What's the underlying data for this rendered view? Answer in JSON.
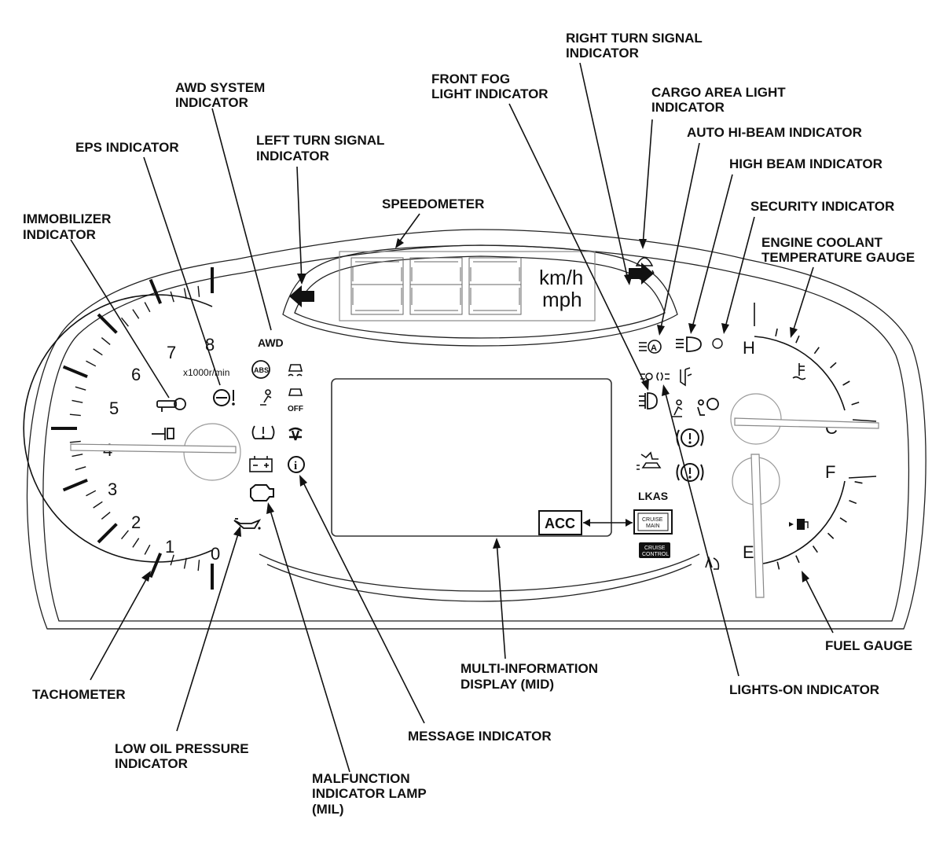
{
  "callouts": {
    "right_turn": [
      "RIGHT TURN SIGNAL",
      "INDICATOR"
    ],
    "awd": [
      "AWD SYSTEM",
      "INDICATOR"
    ],
    "front_fog": [
      "FRONT FOG",
      "LIGHT INDICATOR"
    ],
    "cargo": [
      "CARGO AREA LIGHT",
      "INDICATOR"
    ],
    "eps": [
      "EPS INDICATOR"
    ],
    "left_turn": [
      "LEFT TURN SIGNAL",
      "INDICATOR"
    ],
    "auto_hibeam": [
      "AUTO HI-BEAM INDICATOR"
    ],
    "high_beam": [
      "HIGH BEAM INDICATOR"
    ],
    "speedometer": [
      "SPEEDOMETER"
    ],
    "security": [
      "SECURITY INDICATOR"
    ],
    "immobilizer": [
      "IMMOBILIZER",
      "INDICATOR"
    ],
    "coolant": [
      "ENGINE COOLANT",
      "TEMPERATURE GAUGE"
    ],
    "fuel": [
      "FUEL GAUGE"
    ],
    "mid": [
      "MULTI-INFORMATION",
      "DISPLAY (MID)"
    ],
    "tachometer": [
      "TACHOMETER"
    ],
    "lights_on": [
      "LIGHTS-ON INDICATOR"
    ],
    "message": [
      "MESSAGE INDICATOR"
    ],
    "oil": [
      "LOW OIL PRESSURE",
      "INDICATOR"
    ],
    "mil": [
      "MALFUNCTION",
      "INDICATOR LAMP",
      "(MIL)"
    ]
  },
  "cluster": {
    "speed_units": [
      "km/h",
      "mph"
    ],
    "tach_numbers": [
      "0",
      "1",
      "2",
      "3",
      "4",
      "5",
      "6",
      "7",
      "8"
    ],
    "tach_unit": "x1000r/min",
    "temp_hot": "H",
    "temp_cold": "C",
    "fuel_full": "F",
    "fuel_empty": "E",
    "awd_label": "AWD",
    "abs_label": "ABS",
    "off_label": "OFF",
    "lkas_label": "LKAS",
    "acc_label": "ACC",
    "cruise_main_label": [
      "CRUISE",
      "MAIN"
    ],
    "cruise_control_label": [
      "CRUISE",
      "CONTROL"
    ]
  },
  "icons": {
    "left_arrow": "arrow-left-icon",
    "right_arrow": "arrow-right-icon",
    "key": "key-icon",
    "eps": "steering-wheel-warning-icon",
    "immobilizer_antenna": "immobilizer-icon",
    "abs": "abs-icon",
    "vsa": "skid-car-icon",
    "vsa_off": "skid-car-off-icon",
    "seatbelt_passenger": "seatbelt-icon",
    "tpms": "tire-pressure-icon",
    "lane": "lane-keep-icon",
    "battery": "battery-icon",
    "info": "info-icon",
    "check_engine": "check-engine-icon",
    "oil_can": "oil-can-icon",
    "cargo_light": "cargo-light-icon",
    "auto_hibeam": "auto-high-beam-icon",
    "high_beam": "high-beam-icon",
    "security": "security-dot-icon",
    "lights_on": "lights-on-icon",
    "door": "door-open-icon",
    "fog": "fog-light-icon",
    "seatbelt": "seatbelt-reminder-icon",
    "airbag": "airbag-icon",
    "brake": "brake-icon",
    "parking_brake": "parking-brake-icon",
    "collision": "collision-warning-icon",
    "coolant": "coolant-temp-icon",
    "fuel_pump": "fuel-pump-icon",
    "hood": "hood-icon"
  }
}
